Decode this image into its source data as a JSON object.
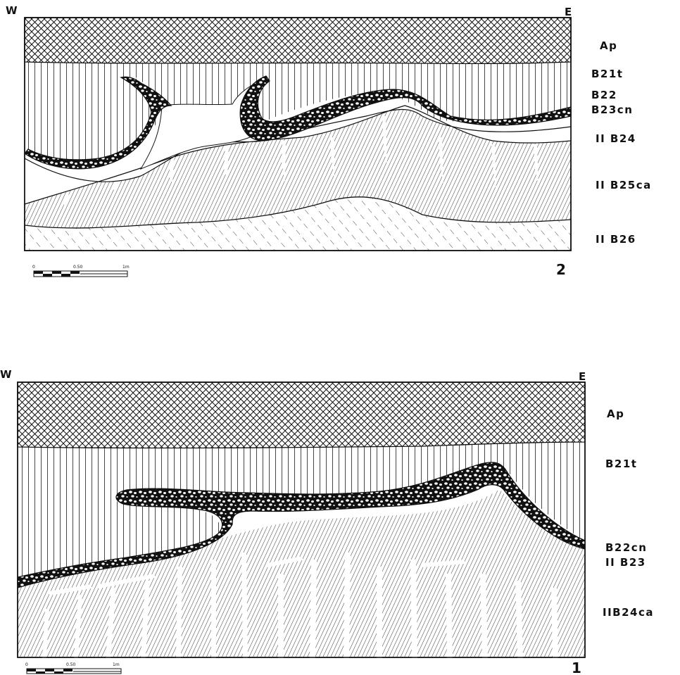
{
  "profile_2": {
    "number": "2",
    "west_label": "W",
    "east_label": "E",
    "horizons": [
      "Ap",
      "B21t",
      "B22",
      "B23cn",
      "II B24",
      "II B25ca",
      "II B26"
    ],
    "scale": {
      "start": "0",
      "mid": "0.50",
      "end": "1m"
    }
  },
  "profile_1": {
    "number": "1",
    "west_label": "W",
    "east_label": "E",
    "horizons": [
      "Ap",
      "B21t",
      "B22cn",
      "II B23",
      "IIB24ca"
    ],
    "scale": {
      "start": "0",
      "mid": "0.50",
      "end": "1m"
    }
  }
}
